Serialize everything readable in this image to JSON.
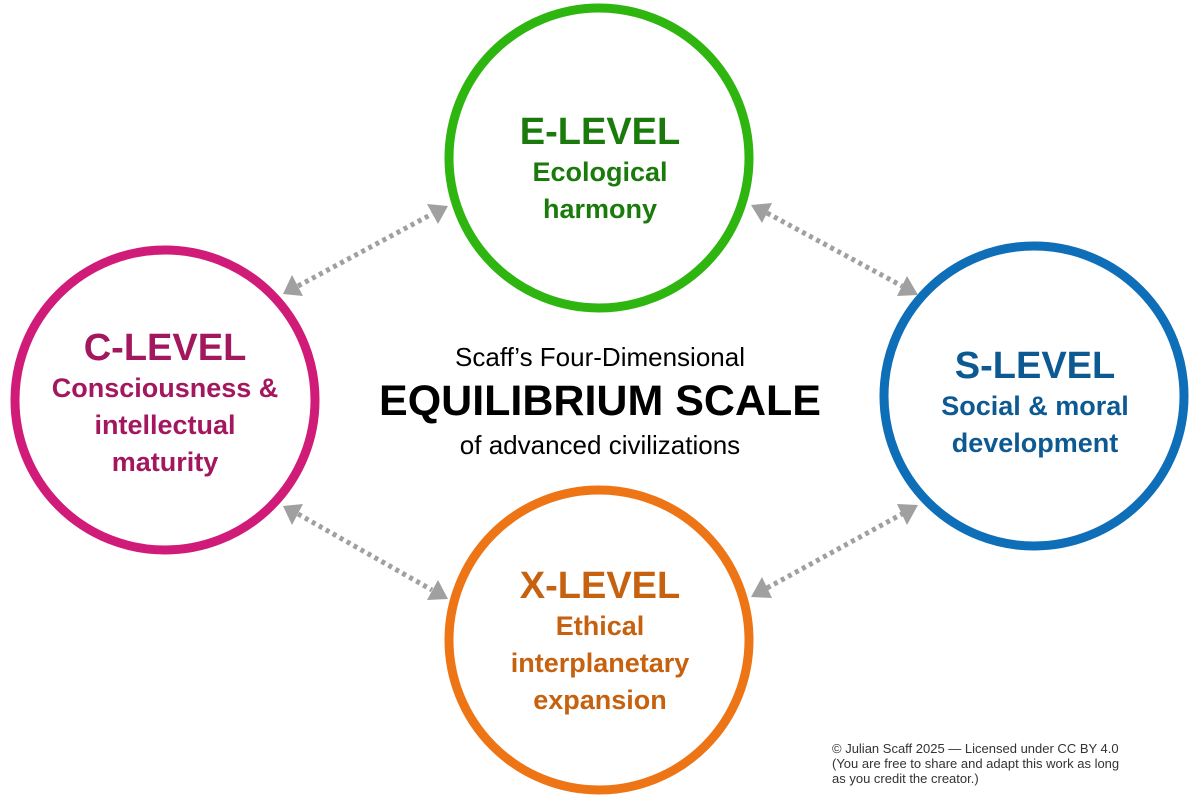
{
  "center": {
    "pre_title": "Scaff’s Four-Dimensional",
    "main_title": "EQUILIBRIUM SCALE",
    "sub_title": "of advanced civilizations"
  },
  "levels": {
    "e": {
      "name": "E-LEVEL",
      "line1": "Ecological",
      "line2": "harmony",
      "color": "#2fb50f"
    },
    "c": {
      "name": "C-LEVEL",
      "line1": "Consciousness &",
      "line2": "intellectual",
      "line3": "maturity",
      "color": "#d01b79"
    },
    "s": {
      "name": "S-LEVEL",
      "line1": "Social & moral",
      "line2": "development",
      "color": "#0e6eb8"
    },
    "x": {
      "name": "X-LEVEL",
      "line1": "Ethical",
      "line2": "interplanetary",
      "line3": "expansion",
      "color": "#ee7516"
    }
  },
  "connector_color": "#a0a0a0",
  "credit": {
    "line1": "© Julian Scaff 2025 — Licensed under CC BY 4.0",
    "line2": "(You are free to share and adapt this work as long",
    "line3": "as you credit the creator.)"
  }
}
